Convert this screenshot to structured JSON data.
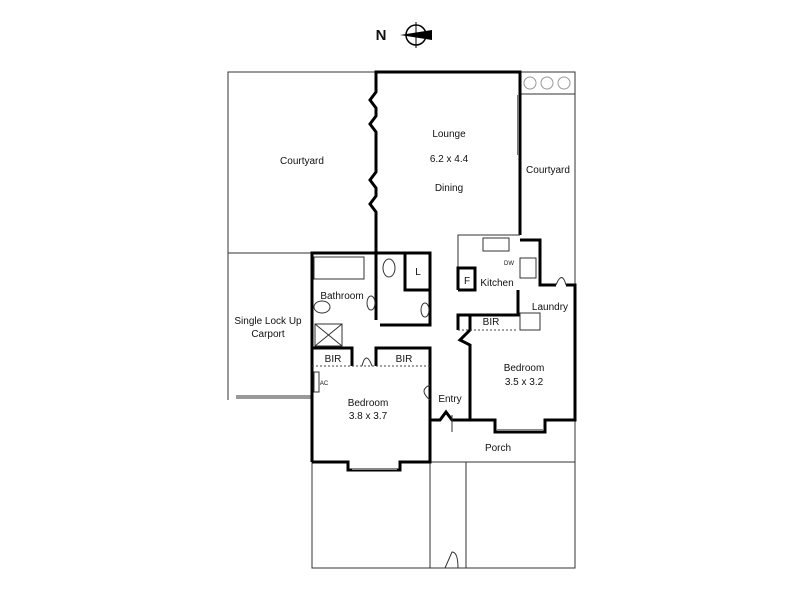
{
  "compass": {
    "label": "N"
  },
  "rooms": {
    "courtyard_left": "Courtyard",
    "lounge": "Lounge",
    "lounge_size": "6.2 x 4.4",
    "dining": "Dining",
    "courtyard_right": "Courtyard",
    "carport_line1": "Single Lock Up",
    "carport_line2": "Carport",
    "bathroom": "Bathroom",
    "laundry_cupboard": "L",
    "kitchen": "Kitchen",
    "fridge": "F",
    "dishwasher": "DW",
    "laundry": "Laundry",
    "bir_1": "BIR",
    "bir_2": "BIR",
    "bir_3": "BIR",
    "aircon": "AC",
    "bedroom1": "Bedroom",
    "bedroom1_size": "3.8 x 3.7",
    "bedroom2": "Bedroom",
    "bedroom2_size": "3.5 x 3.2",
    "entry": "Entry",
    "porch": "Porch"
  }
}
